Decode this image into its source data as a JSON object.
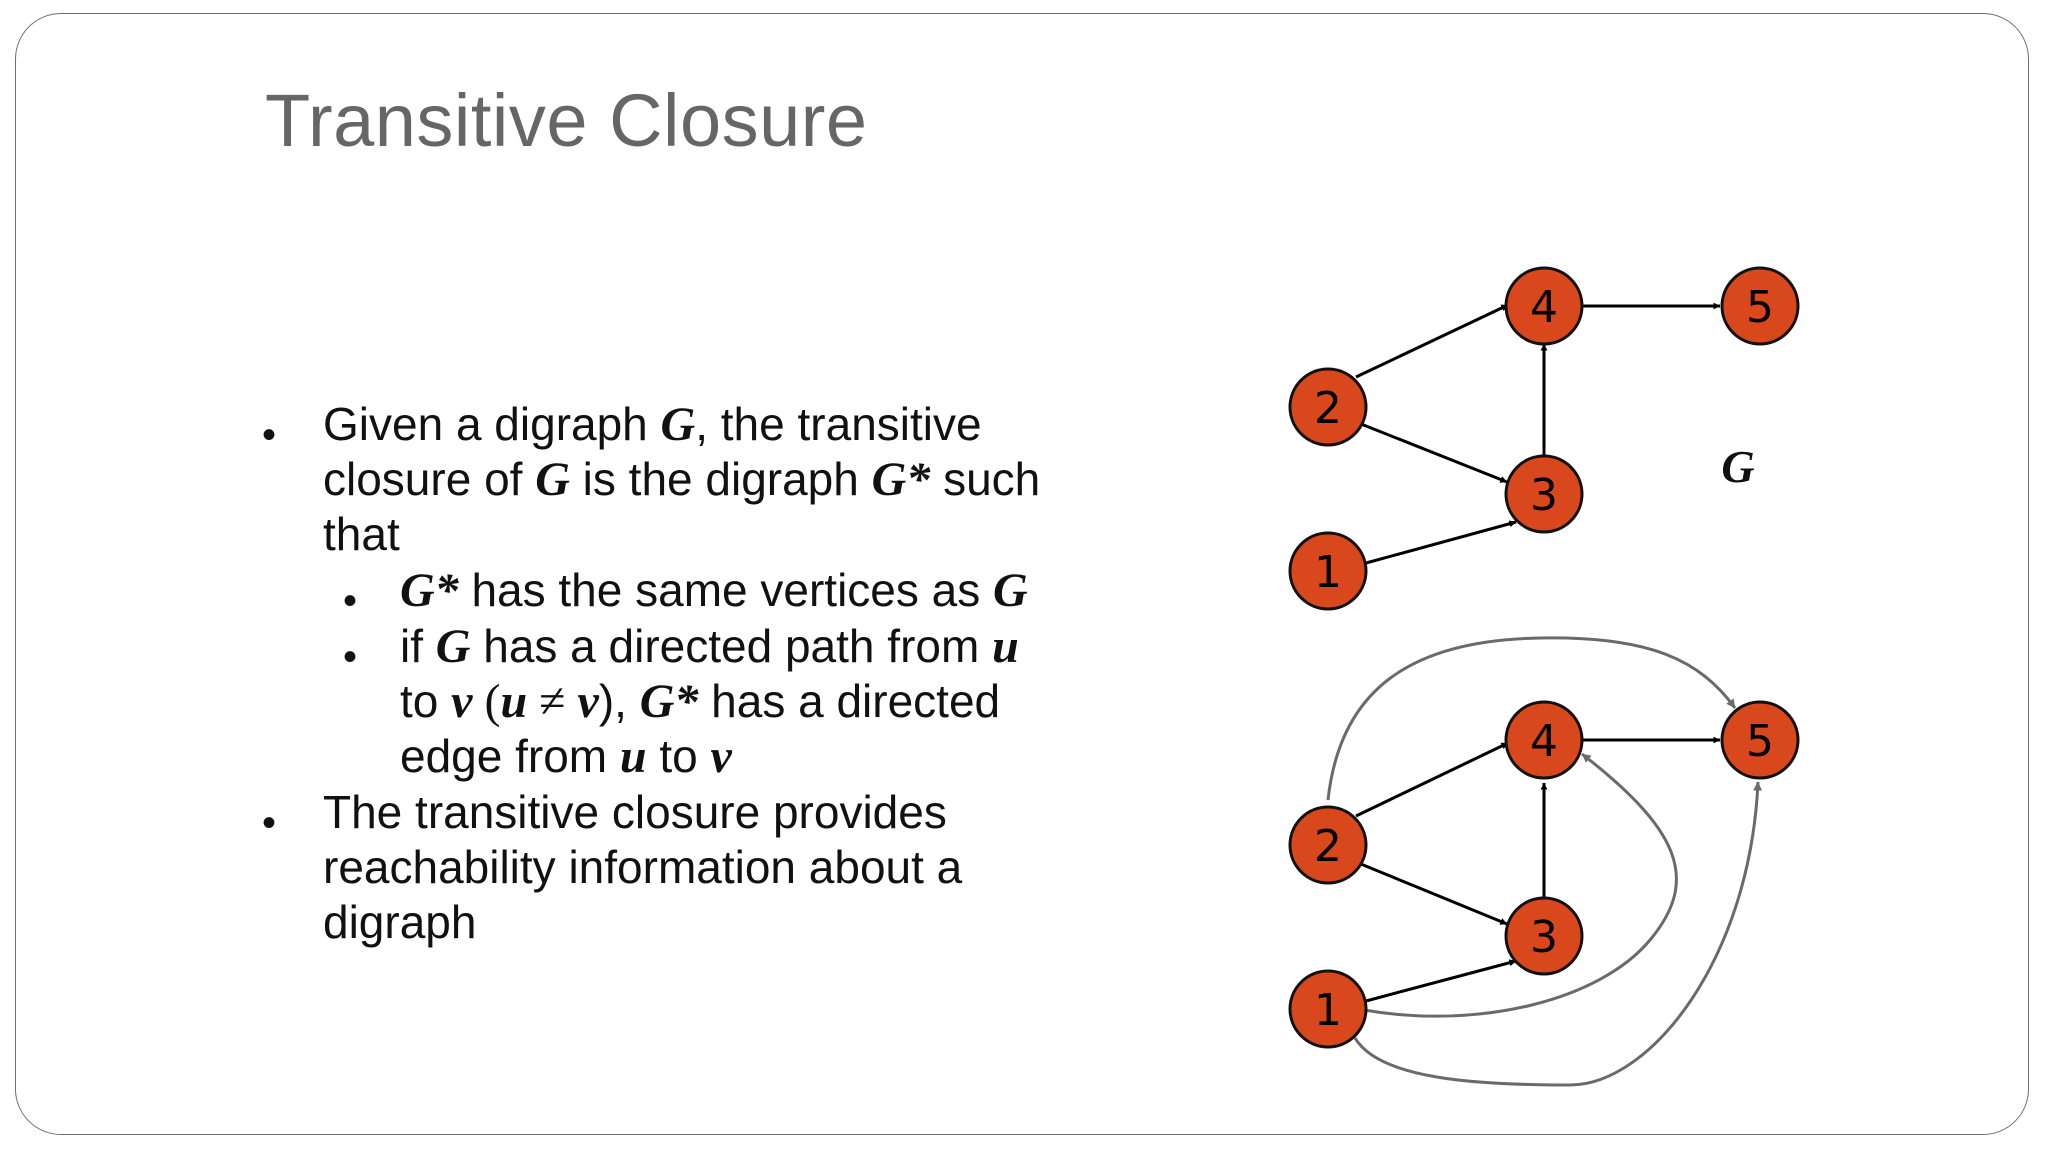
{
  "slide": {
    "title": "Transitive Closure",
    "bullets": {
      "b1": {
        "l1_pre": "Given a digraph ",
        "l1_G": "G",
        "l1_post": ", the transitive",
        "l2_pre": "closure of ",
        "l2_G": "G",
        "l2_mid": " is the digraph ",
        "l2_Gs": "G*",
        "l2_post": " such",
        "l3": "that"
      },
      "sub1": {
        "Gs": "G*",
        "mid": " has the same vertices as ",
        "G": "G"
      },
      "sub2": {
        "l1_pre": "if ",
        "l1_G": "G",
        "l1_mid": " has a directed path from ",
        "l1_u": "u",
        "l2_pre": "to ",
        "l2_v": "v",
        "l2_paren_open": " (",
        "l2_u": "u",
        "l2_neq": " ≠ ",
        "l2_v2": "v",
        "l2_paren_close": "), ",
        "l2_Gs": "G*",
        "l2_post": " has a directed",
        "l3_pre": "edge from ",
        "l3_u": "u",
        "l3_mid": " to ",
        "l3_v": "v"
      },
      "b2": {
        "l1": "The transitive closure provides",
        "l2": "reachability information about a",
        "l3": "digraph"
      }
    }
  },
  "diagram": {
    "node_color": "#d9481c",
    "closure_edge_color": "#6a6a6a",
    "graph_label": "G",
    "top_nodes": [
      "1",
      "2",
      "3",
      "4",
      "5"
    ],
    "bottom_nodes": [
      "1",
      "2",
      "3",
      "4",
      "5"
    ]
  }
}
